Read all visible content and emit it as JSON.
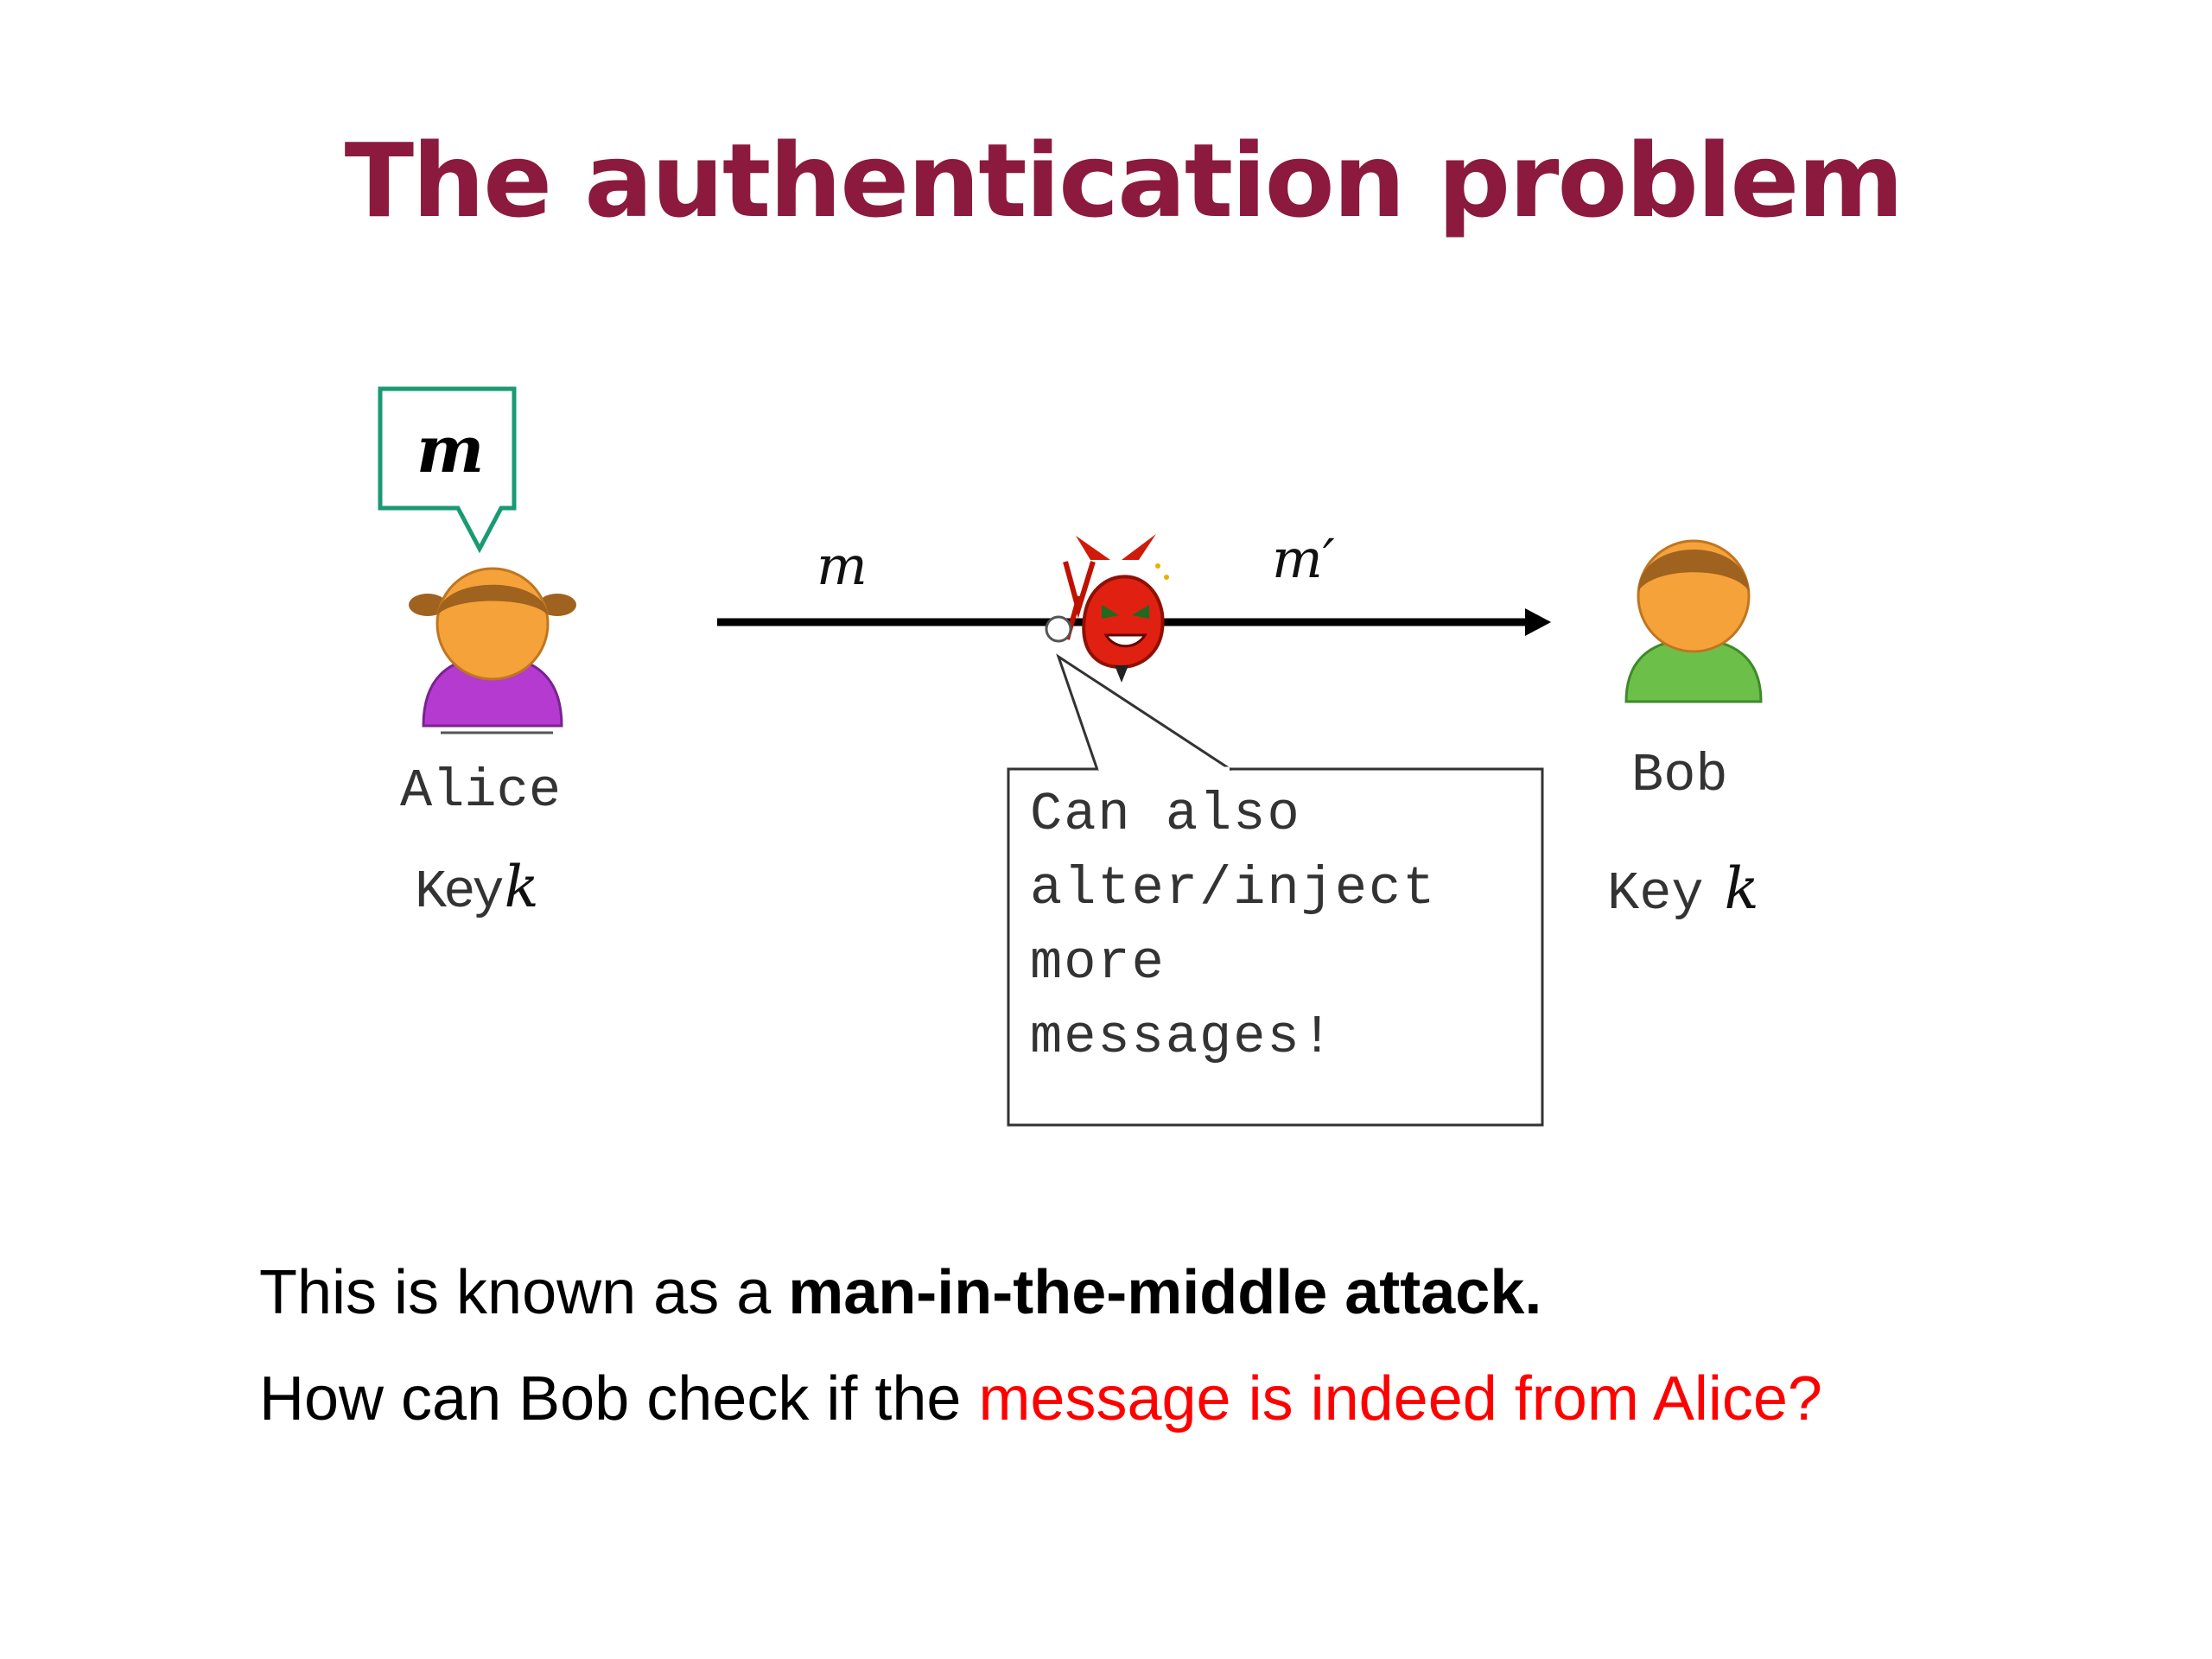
{
  "slide": {
    "title": "The authentication problem",
    "colors": {
      "title": "#8b1a3e",
      "highlight": "#ff0000",
      "bubble_border": "#1a9a72",
      "alice_shirt": "#b43ad0",
      "bob_shirt": "#6cc04a",
      "face": "#f5a23a",
      "hair": "#a0621f",
      "devil": "#e02010"
    }
  },
  "diagram": {
    "alice": {
      "name": "Alice",
      "key_label": "Key",
      "key_symbol": "k",
      "speech": "m"
    },
    "bob": {
      "name": "Bob",
      "key_label": "Key",
      "key_symbol": "k"
    },
    "channel": {
      "sent_label": "m",
      "received_label": "m′"
    },
    "attacker": {
      "icon": "devil-icon",
      "callout_lines": [
        "Can also",
        "alter/inject",
        "more",
        "messages!"
      ]
    }
  },
  "text": {
    "line1_prefix": "This is known as a ",
    "line1_bold": "man-in-the-middle attack.",
    "line2_prefix": "How can Bob check if the ",
    "line2_highlight": "message is indeed from Alice?"
  }
}
